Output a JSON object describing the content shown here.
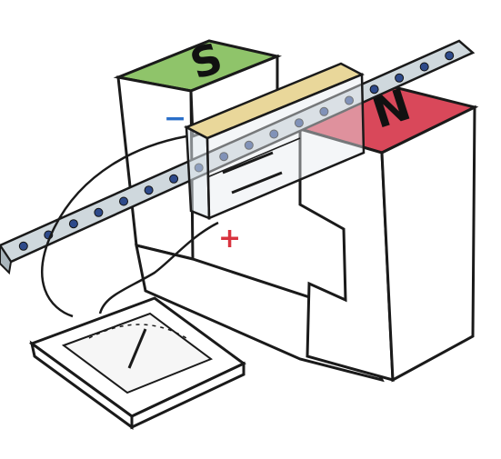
{
  "magnet": {
    "south_label": "S",
    "north_label": "N",
    "south_color": "#8fc46a",
    "north_color": "#d9485a",
    "body_color": "#ffffff",
    "outline_color": "#1a1a1a"
  },
  "sample": {
    "top_strip_color": "#e9d79a",
    "negative_label": "−",
    "positive_label": "+",
    "negative_color": "#2a6fc9",
    "positive_color": "#d9343f"
  },
  "wire": {
    "color": "#cfd8dd",
    "electron_color": "#2e4a8a",
    "electron_count": 18
  },
  "meter": {
    "needle_color": "#1a1a1a"
  },
  "icons": {
    "magnet": "horseshoe-magnet-icon",
    "meter": "voltmeter-icon"
  }
}
